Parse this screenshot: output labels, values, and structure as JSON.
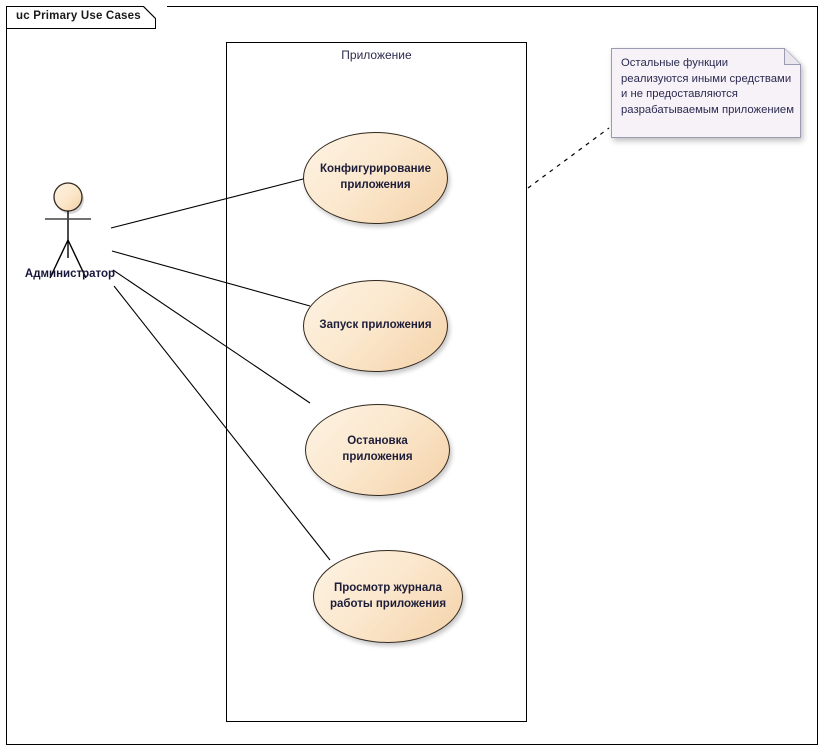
{
  "diagram": {
    "frame_title": "uc Primary Use Cases",
    "kind": "uml-use-case-diagram"
  },
  "system_boundary": {
    "label": "Приложение"
  },
  "actor": {
    "name": "Администратор",
    "icon": "stick-figure-actor-icon"
  },
  "use_cases": [
    {
      "id": "uc-config",
      "label": "Конфигурирование приложения"
    },
    {
      "id": "uc-start",
      "label": "Запуск приложения"
    },
    {
      "id": "uc-stop",
      "label": "Остановка приложения"
    },
    {
      "id": "uc-log",
      "label": "Просмотр журнала работы приложения"
    }
  ],
  "note": {
    "text": "Остальные функции реализуются иными средствами и не предоставляются разрабатываемым приложением",
    "connector": "dashed"
  },
  "colors": {
    "usecase_fill_light": "#fdf3e3",
    "usecase_fill_dark": "#f4d2a8",
    "usecase_stroke": "#32281e",
    "note_fill": "#f7f2f7",
    "note_stroke": "#9a9ab0",
    "line": "#000000",
    "text": "#1d1d3a",
    "background": "#ffffff"
  }
}
